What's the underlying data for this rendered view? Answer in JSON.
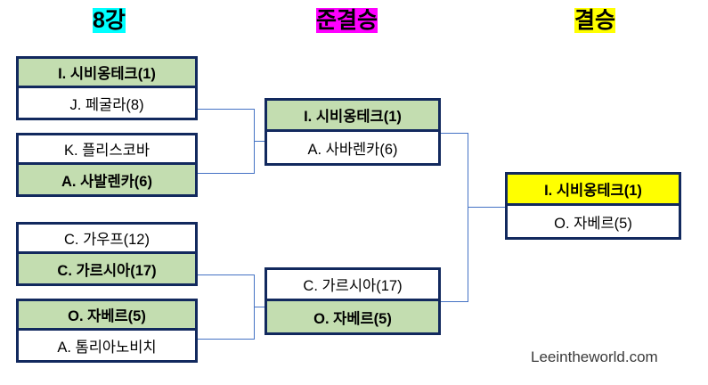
{
  "page": {
    "watermark": "Leeintheworld.com",
    "colors": {
      "box_border": "#12295e",
      "winner_fill": "#c3ddb0",
      "champion_fill": "#ffff00",
      "connector": "#4472c4",
      "header_quarter_highlight": "#00ffff",
      "header_semi_highlight": "#ff00ff",
      "header_final_highlight": "#ffff00"
    }
  },
  "headers": [
    {
      "label": "8강",
      "highlight": "#00ffff"
    },
    {
      "label": "준결승",
      "highlight": "#ff00ff"
    },
    {
      "label": "결승",
      "highlight": "#ffff00"
    }
  ],
  "bracket": {
    "quarterfinals": [
      {
        "top": {
          "name": "I. 시비옹테크(1)",
          "result": "win"
        },
        "bottom": {
          "name": "J. 페굴라(8)",
          "result": "lose"
        }
      },
      {
        "top": {
          "name": "K. 플리스코바",
          "result": "lose"
        },
        "bottom": {
          "name": "A. 사발렌카(6)",
          "result": "win"
        }
      },
      {
        "top": {
          "name": "C. 가우프(12)",
          "result": "lose"
        },
        "bottom": {
          "name": "C. 가르시아(17)",
          "result": "win"
        }
      },
      {
        "top": {
          "name": "O. 자베르(5)",
          "result": "win"
        },
        "bottom": {
          "name": "A. 톰리아노비치",
          "result": "lose"
        }
      }
    ],
    "semifinals": [
      {
        "top": {
          "name": "I. 시비옹테크(1)",
          "result": "win"
        },
        "bottom": {
          "name": "A. 사바렌카(6)",
          "result": "lose"
        }
      },
      {
        "top": {
          "name": "C. 가르시아(17)",
          "result": "lose"
        },
        "bottom": {
          "name": "O. 자베르(5)",
          "result": "win"
        }
      }
    ],
    "final": {
      "top": {
        "name": "I. 시비옹테크(1)",
        "result": "champion"
      },
      "bottom": {
        "name": "O. 자베르(5)",
        "result": "lose"
      }
    }
  }
}
